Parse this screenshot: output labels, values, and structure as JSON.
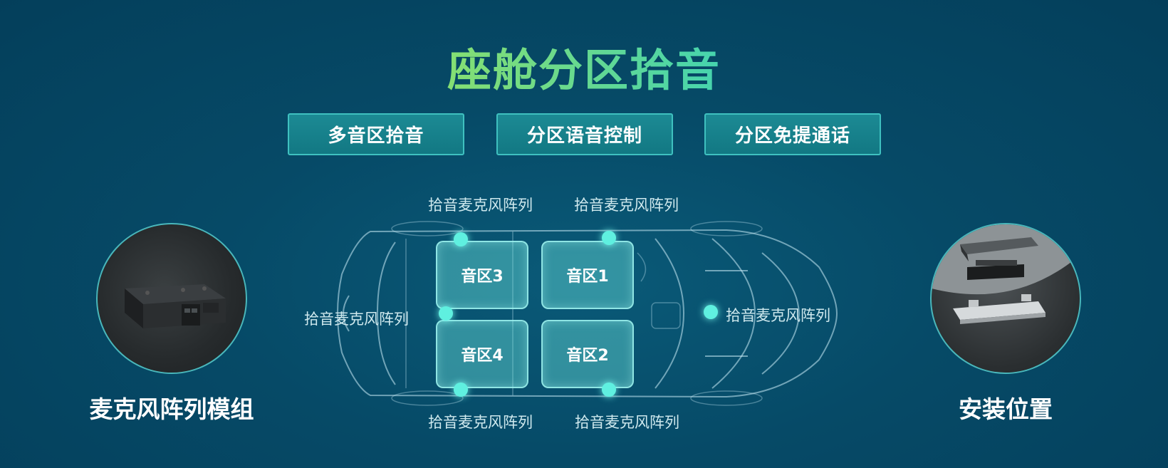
{
  "title": "座舱分区拾音",
  "tabs": [
    {
      "label": "多音区拾音"
    },
    {
      "label": "分区语音控制"
    },
    {
      "label": "分区免提通话"
    }
  ],
  "zones": {
    "front_right": "音区1",
    "rear_right": "音区2",
    "front_left": "音区3",
    "rear_left": "音区4"
  },
  "mic_labels": {
    "top_left": "拾音麦克风阵列",
    "top_right": "拾音麦克风阵列",
    "mid_left": "拾音麦克风阵列",
    "mid_right": "拾音麦克风阵列",
    "bottom_left": "拾音麦克风阵列",
    "bottom_right": "拾音麦克风阵列"
  },
  "left_panel": {
    "caption": "麦克风阵列模组",
    "image_icon": "microphone-array-module"
  },
  "right_panel": {
    "caption": "安装位置",
    "image_icon": "installation-position"
  },
  "colors": {
    "background": "#064a67",
    "zone_fill": "#6ee4de",
    "dot": "#5ff0e0",
    "tab_border": "#3fc1c0",
    "title_gradient_start": "#d8ef4a",
    "title_gradient_end": "#18b9e8"
  }
}
